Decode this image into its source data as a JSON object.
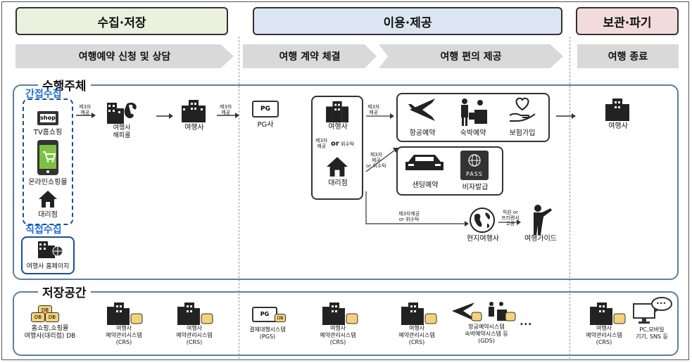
{
  "phases": {
    "collect": "수집·저장",
    "use": "이용·제공",
    "keep": "보관·파기"
  },
  "steps": {
    "s1": "여행예약 신청 및 상담",
    "s2": "여행 계약 체결",
    "s3": "여행 편의 제공",
    "s4": "여행 종료"
  },
  "sections": {
    "actors": "수행주체",
    "storage": "저장공간"
  },
  "actors": {
    "indirect": "간접수집",
    "direct": "직접수집",
    "tv_shop_badge": "shop",
    "tv_shopping": "TV홈쇼핑",
    "online_mall": "온라인쇼핑몰",
    "agency_branch": "대리점",
    "travel_homepage": "여행사 홈페이지",
    "travel_happycall": "여행사\n해피콜",
    "travel_agency_1": "여행사",
    "pg_badge": "PG",
    "pg_company": "PG사",
    "travel_agency_2": "여행사",
    "or_word": "or",
    "subcontract": "위수탁",
    "branch_2": "대리점",
    "airline": "항공예약",
    "lodging": "숙박예약",
    "insurance": "보험가입",
    "sending": "샌딩예약",
    "visa": "비자발급",
    "passport_word": "PASS",
    "local_agency": "현지여행사",
    "guide": "여행가이드",
    "travel_agency_end": "여행사"
  },
  "flow_labels": {
    "third_party": "제3자\n제공",
    "third_or_sub": "제3자\n제공\nor 위수탁",
    "third_or_sub_line": "제3자제공\nor 위수탁",
    "staff_or_freelance": "직원 or\n프리랜서\n고용"
  },
  "storage": {
    "db_tag": "DB",
    "pg_tag": "PG",
    "s1": "홈쇼핑,쇼핑몰\n여행사(대리점) DB",
    "s2": "여행사\n예약관리시스템\n(CRS)",
    "s3": "여행사\n예약관리시스템\n(CRS)",
    "s4": "결제대행시스템\n(PGS)",
    "s5": "여행사\n예약관리시스템\n(CRS)",
    "s6": "여행사\n예약관리시스템\n(CRS)",
    "s7": "항공예약시스템\n숙박예약시스템 등\n(GDS)",
    "ellipsis": "•••",
    "s8": "여행사\n예약관리시스템\n(CRS)",
    "s9": "PC,모바일\n기기, SNS 등",
    "chat_dots": "•••"
  }
}
